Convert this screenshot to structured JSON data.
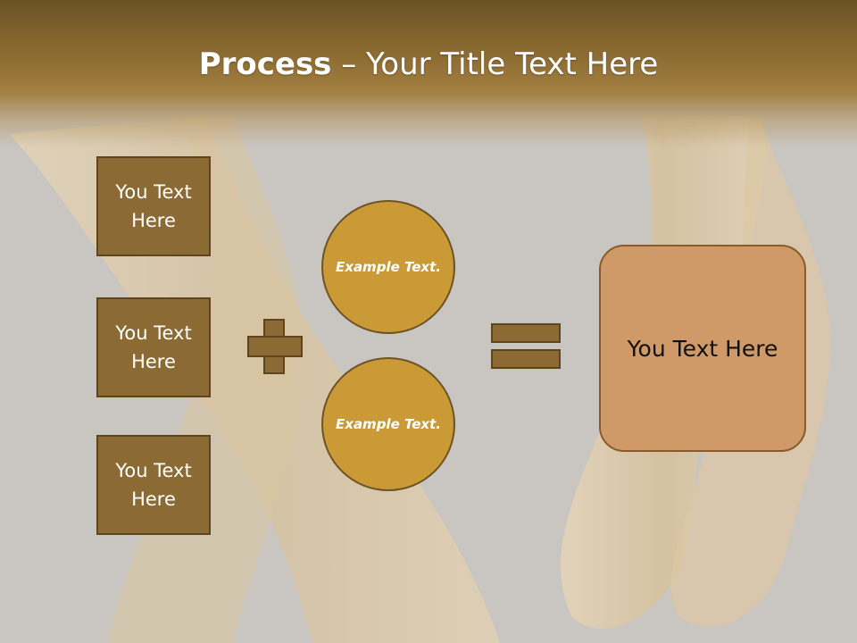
{
  "slide": {
    "title_bold": "Process",
    "title_rest": " – Your Title Text Here"
  },
  "boxes": [
    {
      "label": "You Text Here"
    },
    {
      "label": "You Text Here"
    },
    {
      "label": "You Text Here"
    }
  ],
  "circles": [
    {
      "label": "Example Text."
    },
    {
      "label": "Example Text."
    }
  ],
  "operators": {
    "plus": "plus-icon",
    "equals": "equals-icon"
  },
  "result": {
    "label": "You Text Here"
  },
  "colors": {
    "header": "#8a6a30",
    "box_fill": "#8b6a34",
    "circle_fill": "#c99a36",
    "result_fill": "#cf9a68",
    "background": "#c9c6c1"
  }
}
